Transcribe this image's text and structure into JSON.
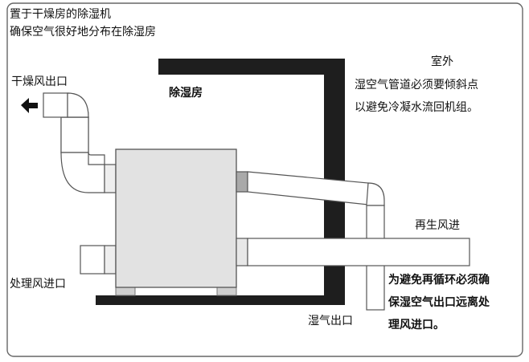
{
  "top_note": {
    "line1": "置于干燥房的除湿机",
    "line2": "确保空气很好地分布在除湿房"
  },
  "labels": {
    "dry_air_outlet": "干燥风出口",
    "dehumidify_room": "除湿房",
    "outdoor": "室外",
    "duct_note_line1": "湿空气管道必须要倾斜点",
    "duct_note_line2": "以避免冷凝水流回机组。",
    "regen_air_inlet": "再生风进",
    "process_air_inlet": "处理风进口",
    "wet_air_outlet": "湿气出口",
    "warning_line1": "为避免再循环必须确",
    "warning_line2": "保湿空气出口远离处",
    "warning_line3": "理风进口。"
  },
  "icons": {
    "outflow_arrow": "arrow-left"
  },
  "colors": {
    "wall": "#1e1e1e",
    "duct_fill": "#ffffff",
    "duct_stroke": "#555555",
    "unit_fill": "#e2e2e2",
    "frame": "#666666"
  }
}
